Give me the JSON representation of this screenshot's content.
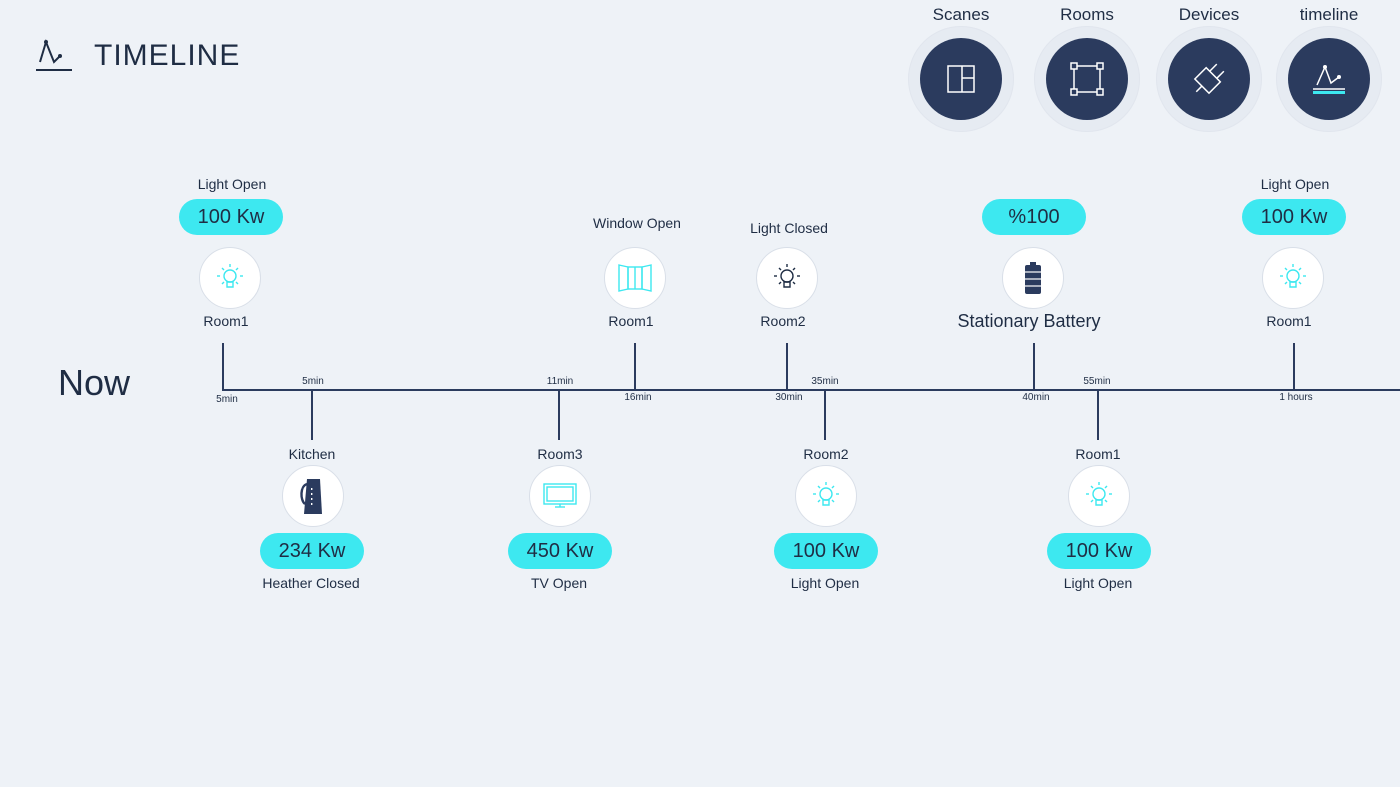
{
  "app": {
    "title": "TIMELINE"
  },
  "nav": [
    {
      "label": "Scanes",
      "icon": "scenes-icon"
    },
    {
      "label": "Rooms",
      "icon": "rooms-icon"
    },
    {
      "label": "Devices",
      "icon": "devices-icon"
    },
    {
      "label": "timeline",
      "icon": "timeline-icon"
    }
  ],
  "now_label": "Now",
  "colors": {
    "accent": "#3de8f0",
    "navy": "#2b3b5e",
    "background": "#eef2f7"
  },
  "events_top": [
    {
      "action": "Light Open",
      "value": "100 Kw",
      "room": "Room1",
      "time": "5min",
      "icon": "light-bulb-icon"
    },
    {
      "action": "Window Open",
      "room": "Room1",
      "time": "16min",
      "icon": "window-icon"
    },
    {
      "action": "Light Closed",
      "room": "Room2",
      "time": "30min",
      "icon": "light-bulb-icon"
    },
    {
      "value": "%100",
      "room": "Stationary Battery",
      "time": "40min",
      "icon": "battery-icon"
    },
    {
      "action": "Light Open",
      "value": "100 Kw",
      "room": "Room1",
      "time": "1 hours",
      "icon": "light-bulb-icon"
    }
  ],
  "events_bottom": [
    {
      "room": "Kitchen",
      "value": "234 Kw",
      "action": "Heather Closed",
      "time": "5min",
      "icon": "kettle-icon"
    },
    {
      "room": "Room3",
      "value": "450 Kw",
      "action": "TV Open",
      "time": "11min",
      "icon": "tv-icon"
    },
    {
      "room": "Room2",
      "value": "100 Kw",
      "action": "Light Open",
      "time": "35min",
      "icon": "light-bulb-icon"
    },
    {
      "room": "Room1",
      "value": "100 Kw",
      "action": "Light Open",
      "time": "55min",
      "icon": "light-bulb-icon"
    }
  ]
}
